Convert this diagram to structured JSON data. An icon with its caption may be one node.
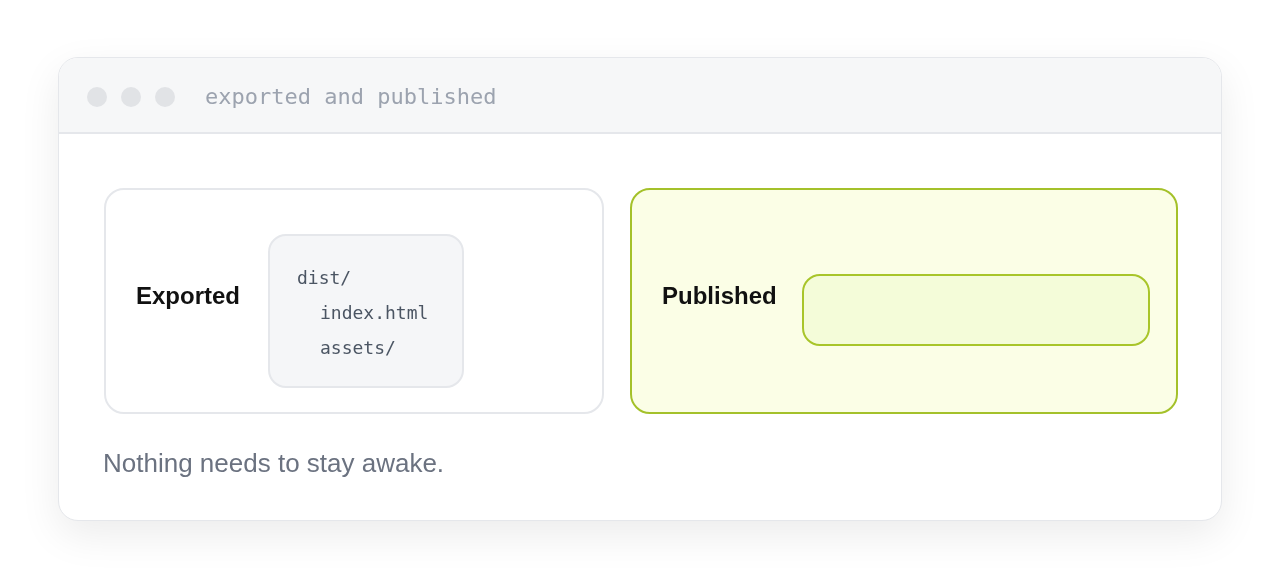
{
  "diagram": {
    "title": "exported and published",
    "caption": "Nothing needs to stay awake.",
    "nodes": [
      {
        "text": [
          "Exported"
        ]
      },
      {
        "text": [
          "dist/",
          "index.html",
          "assets/"
        ],
        "in": 0
      },
      {
        "text": [
          "Published"
        ]
      },
      {
        "text": [],
        "shape": "box",
        "in": 2
      }
    ]
  }
}
